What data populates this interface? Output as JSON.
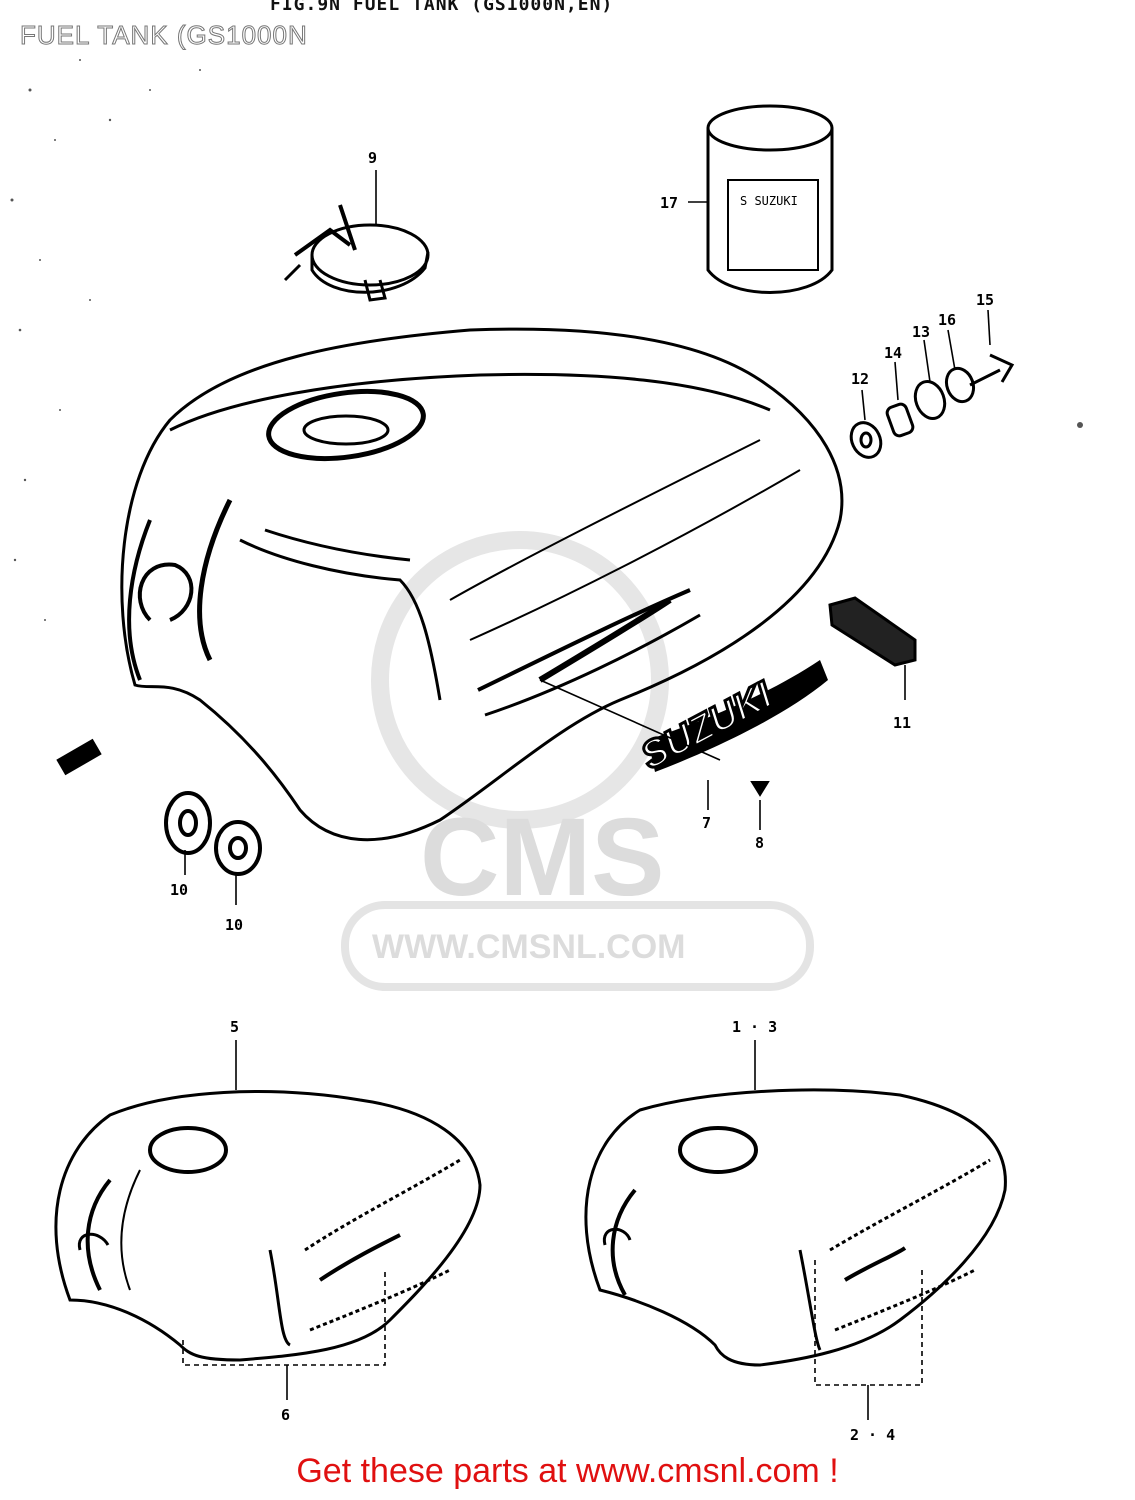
{
  "figure": {
    "title": "FIG.9N FUEL TANK (GS1000N,EN)",
    "overlay_title": "FUEL TANK (GS1000N"
  },
  "watermark": {
    "logo_text": "CMS",
    "url_text": "WWW.CMSNL.COM"
  },
  "emblem": {
    "text": "SUZUKI"
  },
  "can_label": "S SUZUKI",
  "callouts": {
    "c1_3": "1 · 3",
    "c2_4": "2 · 4",
    "c5": "5",
    "c6": "6",
    "c7": "7",
    "c8": "8",
    "c9": "9",
    "c10a": "10",
    "c10b": "10",
    "c11": "11",
    "c12": "12",
    "c13": "13",
    "c14": "14",
    "c15": "15",
    "c16": "16",
    "c17": "17"
  },
  "footer": {
    "text": "Get these parts at www.cmsnl.com !",
    "color": "#e01010"
  }
}
